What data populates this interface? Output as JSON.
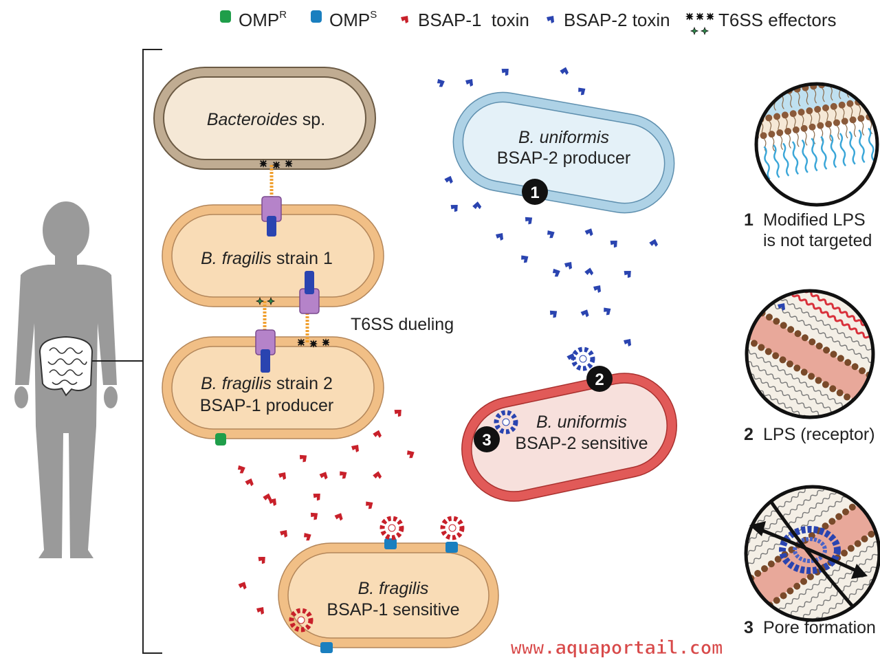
{
  "legend": {
    "omp_r": {
      "base": "OMP",
      "sup": "R"
    },
    "omp_s": {
      "base": "OMP",
      "sup": "S"
    },
    "bsap1": "BSAP-1  toxin",
    "bsap2": "BSAP-2 toxin",
    "t6ss": "T6SS effectors"
  },
  "cells": {
    "bacteroides": {
      "name": "Bacteroides",
      "suffix": " sp."
    },
    "fragilis1": {
      "name": "B. fragilis",
      "suffix": " strain 1"
    },
    "fragilis2": {
      "name": "B. fragilis",
      "suffix": " strain 2",
      "line2": "BSAP-1 producer"
    },
    "fragilis_sensitive": {
      "name": "B. fragilis",
      "line2": "BSAP-1 sensitive"
    },
    "uniformis_producer": {
      "name": "B. uniformis",
      "line2": "BSAP-2 producer"
    },
    "uniformis_sensitive": {
      "name": "B. uniformis",
      "line2": "BSAP-2 sensitive"
    }
  },
  "labels": {
    "dueling": "T6SS dueling"
  },
  "markers": [
    "1",
    "2",
    "3"
  ],
  "insets": [
    {
      "num": "1",
      "line1": "Modified LPS",
      "line2": "is not targeted"
    },
    {
      "num": "2",
      "line1": "LPS (receptor)"
    },
    {
      "num": "3",
      "line1": "Pore formation"
    }
  ],
  "watermark": "www.aquaportail.com",
  "colors": {
    "omp_r": "#1f9e4a",
    "omp_s": "#1a7fbf",
    "bsap1": "#c8202a",
    "bsap2": "#2a44b0",
    "t6ss_black": "#111111",
    "t6ss_green": "#2d8a4a",
    "fragilis_fill": "#f9dcb6",
    "fragilis_wall": "#f1bf86",
    "bacteroides_wall": "#c0ac92",
    "uniformis_prod_wall": "#aed2e6",
    "uniformis_sens_wall": "#e15a58",
    "human": "#9a9a9a"
  }
}
